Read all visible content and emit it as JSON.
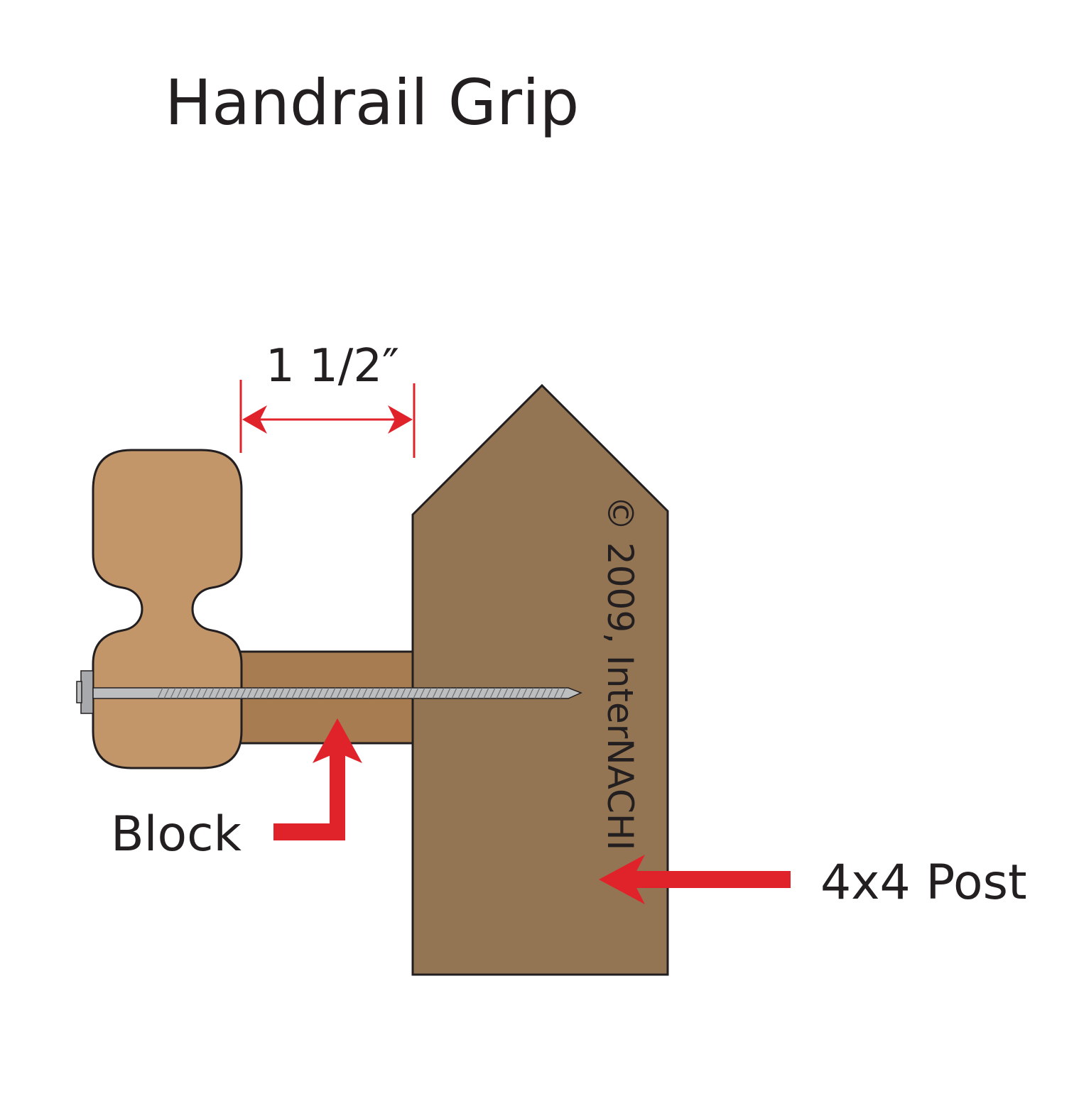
{
  "title": "Handrail Grip",
  "dimension_label": "1 1/2″",
  "labels": {
    "block": "Block",
    "post": "4x4 Post"
  },
  "copyright": "© 2009, InterNACHI",
  "colors": {
    "background": "#ffffff",
    "handrail": "#c3966a",
    "block": "#a67c50",
    "post": "#937553",
    "outline": "#231f20",
    "arrow": "#e0232a",
    "screw": "#bcbec0",
    "screw_head": "#a7a9ac",
    "text": "#231f20"
  }
}
